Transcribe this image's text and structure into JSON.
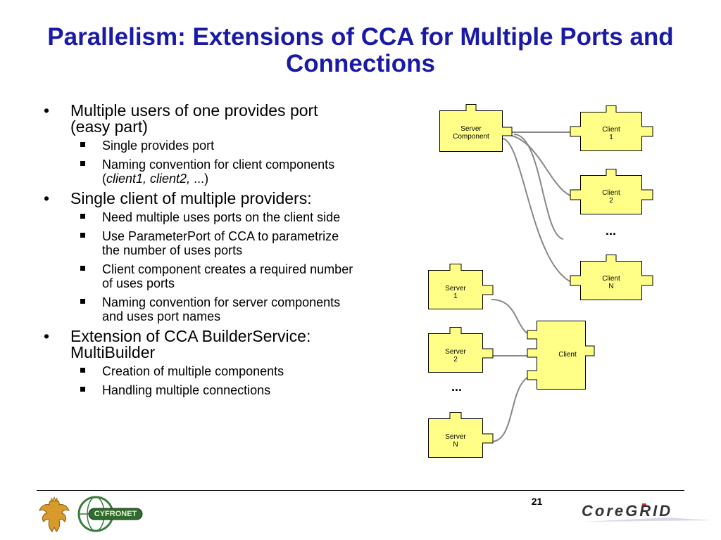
{
  "title": "Parallelism: Extensions of CCA for Multiple Ports and Connections",
  "bullets": [
    {
      "text": "Multiple users of one provides port (easy part)",
      "sub": [
        {
          "text": "Single provides port"
        },
        {
          "text": "Naming convention for client components (",
          "italic": "client1, client2,",
          "after": " ...)"
        }
      ]
    },
    {
      "text": "Single client of multiple providers:",
      "sub": [
        {
          "text": "Need multiple uses ports on the client side"
        },
        {
          "text": "Use ParameterPort of CCA to parametrize the number of uses ports"
        },
        {
          "text": "Client component creates a required number of uses ports"
        },
        {
          "text": "Naming convention for server components and uses port names"
        }
      ]
    },
    {
      "text": "Extension of CCA BuilderService: MultiBuilder",
      "sub": [
        {
          "text": "Creation of multiple components"
        },
        {
          "text": "Handling multiple connections"
        }
      ]
    }
  ],
  "bullet_glyph": "•",
  "diagram": {
    "server_component": {
      "line1": "Server",
      "line2": "Component"
    },
    "client1": {
      "line1": "Client",
      "line2": "1"
    },
    "client2": {
      "line1": "Client",
      "line2": "2"
    },
    "client_dots": "...",
    "clientN": {
      "line1": "Client",
      "line2": "N"
    },
    "server1": {
      "line1": "Server",
      "line2": "1"
    },
    "server2": {
      "line1": "Server",
      "line2": "2"
    },
    "server_dots": "...",
    "serverN": {
      "line1": "Server",
      "line2": "N"
    },
    "client": {
      "line1": "Client"
    }
  },
  "footer": {
    "page_number": "21",
    "logo_cyfronet": "CYFRONET",
    "logo_coregrid": "CoreGRID"
  },
  "colors": {
    "title": "#1a1aa6",
    "piece_fill": "#ffff88",
    "connector": "#888888"
  }
}
